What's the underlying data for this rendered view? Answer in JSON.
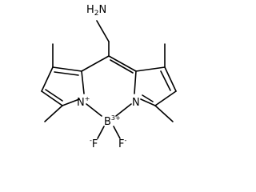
{
  "molecule": {
    "atoms": {
      "amine": {
        "symbol": "H",
        "sub": "2",
        "tail": "N"
      },
      "n_left": {
        "symbol": "N",
        "charge": "+"
      },
      "n_right": {
        "symbol": "N"
      },
      "boron": {
        "symbol": "B",
        "charge": "3+"
      },
      "f_left": {
        "symbol": "F",
        "charge": "-"
      },
      "f_right": {
        "symbol": "F",
        "charge": "-"
      }
    }
  },
  "colors": {
    "ink": "#000000",
    "background": "#ffffff"
  }
}
